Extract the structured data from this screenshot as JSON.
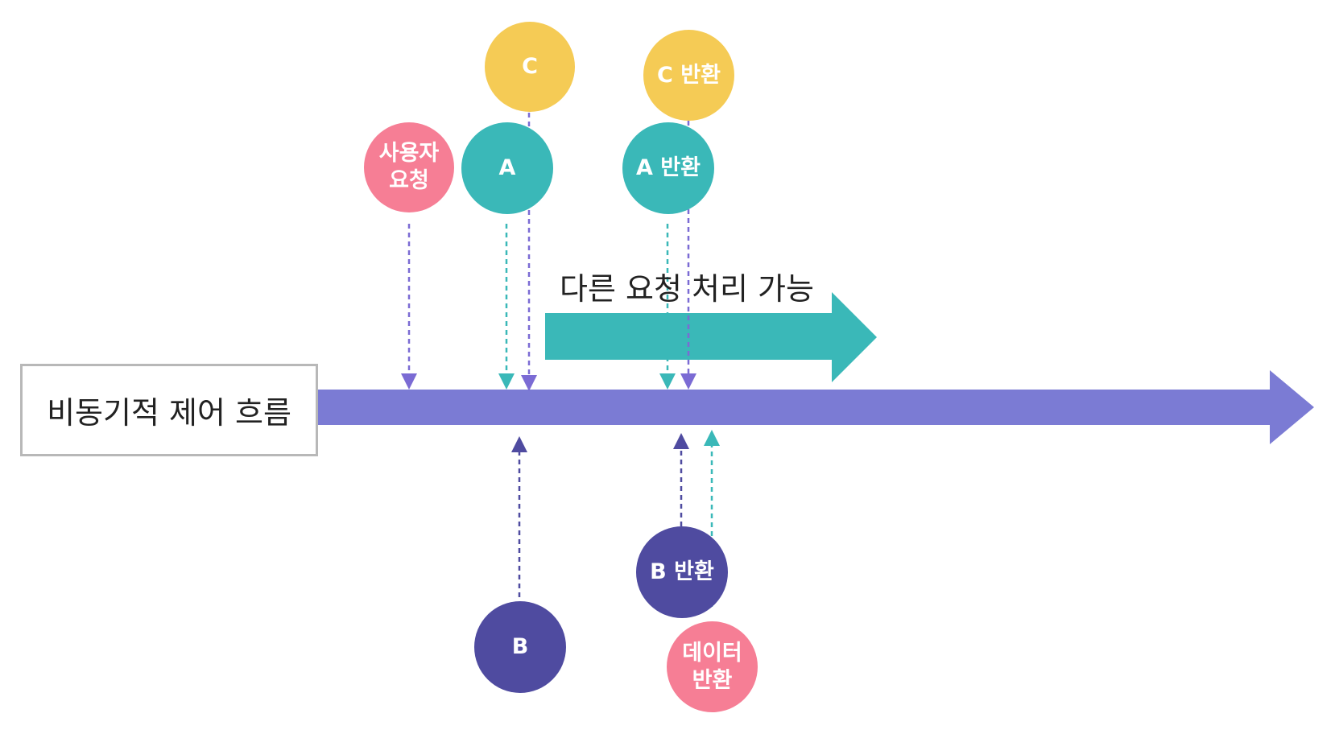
{
  "flow_label": "비동기적 제어 흐름",
  "processing_label": "다른 요청 처리 가능",
  "colors": {
    "main_arrow": "#7b7bd4",
    "processing_arrow": "#3ab8b8",
    "pink": "#f67e95",
    "teal": "#3ab8b8",
    "yellow": "#f5cb55",
    "navy": "#4f4ba0",
    "box_border": "#b8b8b8",
    "dash_purple": "#7b6bd4",
    "dash_teal": "#3ab8b8",
    "dash_navy": "#4f4ba0"
  },
  "nodes": {
    "user_request": "사용자\n요청",
    "a": "A",
    "c": "C",
    "a_return": "A 반환",
    "c_return": "C 반환",
    "b": "B",
    "b_return": "B 반환",
    "data_return": "데이터\n반환"
  }
}
